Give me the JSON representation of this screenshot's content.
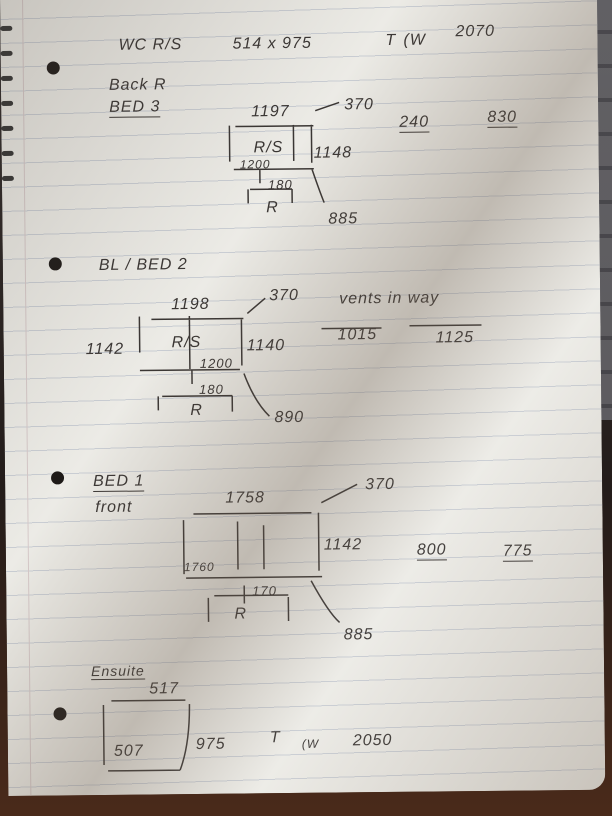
{
  "header": {
    "room": "WC R/S",
    "size": "514 x 975",
    "t": "T",
    "w": "(W",
    "height": "2070"
  },
  "bed3": {
    "title1": "Back R",
    "title2": "BED 3",
    "top": "1197",
    "corner": "370",
    "inner": "R/S",
    "bottom": "1200",
    "right": "1148",
    "gap": "180",
    "radiator": "R",
    "drop": "885",
    "a": "240",
    "b": "830"
  },
  "bed2": {
    "title": "BL / BED 2",
    "top": "1198",
    "corner": "370",
    "inner": "R/S",
    "bottom": "1200",
    "left": "1142",
    "right": "1140",
    "gap": "180",
    "radiator": "R",
    "drop": "890",
    "note": "vents in way",
    "a": "1015",
    "b": "1125"
  },
  "bed1": {
    "title1": "BED 1",
    "title2": "front",
    "top": "1758",
    "corner": "370",
    "bottom": "1760",
    "right": "1142",
    "a": "800",
    "b": "775",
    "gap": "170",
    "radiator": "R",
    "drop": "885"
  },
  "ensuite": {
    "title": "Ensuite",
    "top": "517",
    "bottom": "507",
    "size": "975",
    "t": "T",
    "w": "(W",
    "height": "2050"
  }
}
